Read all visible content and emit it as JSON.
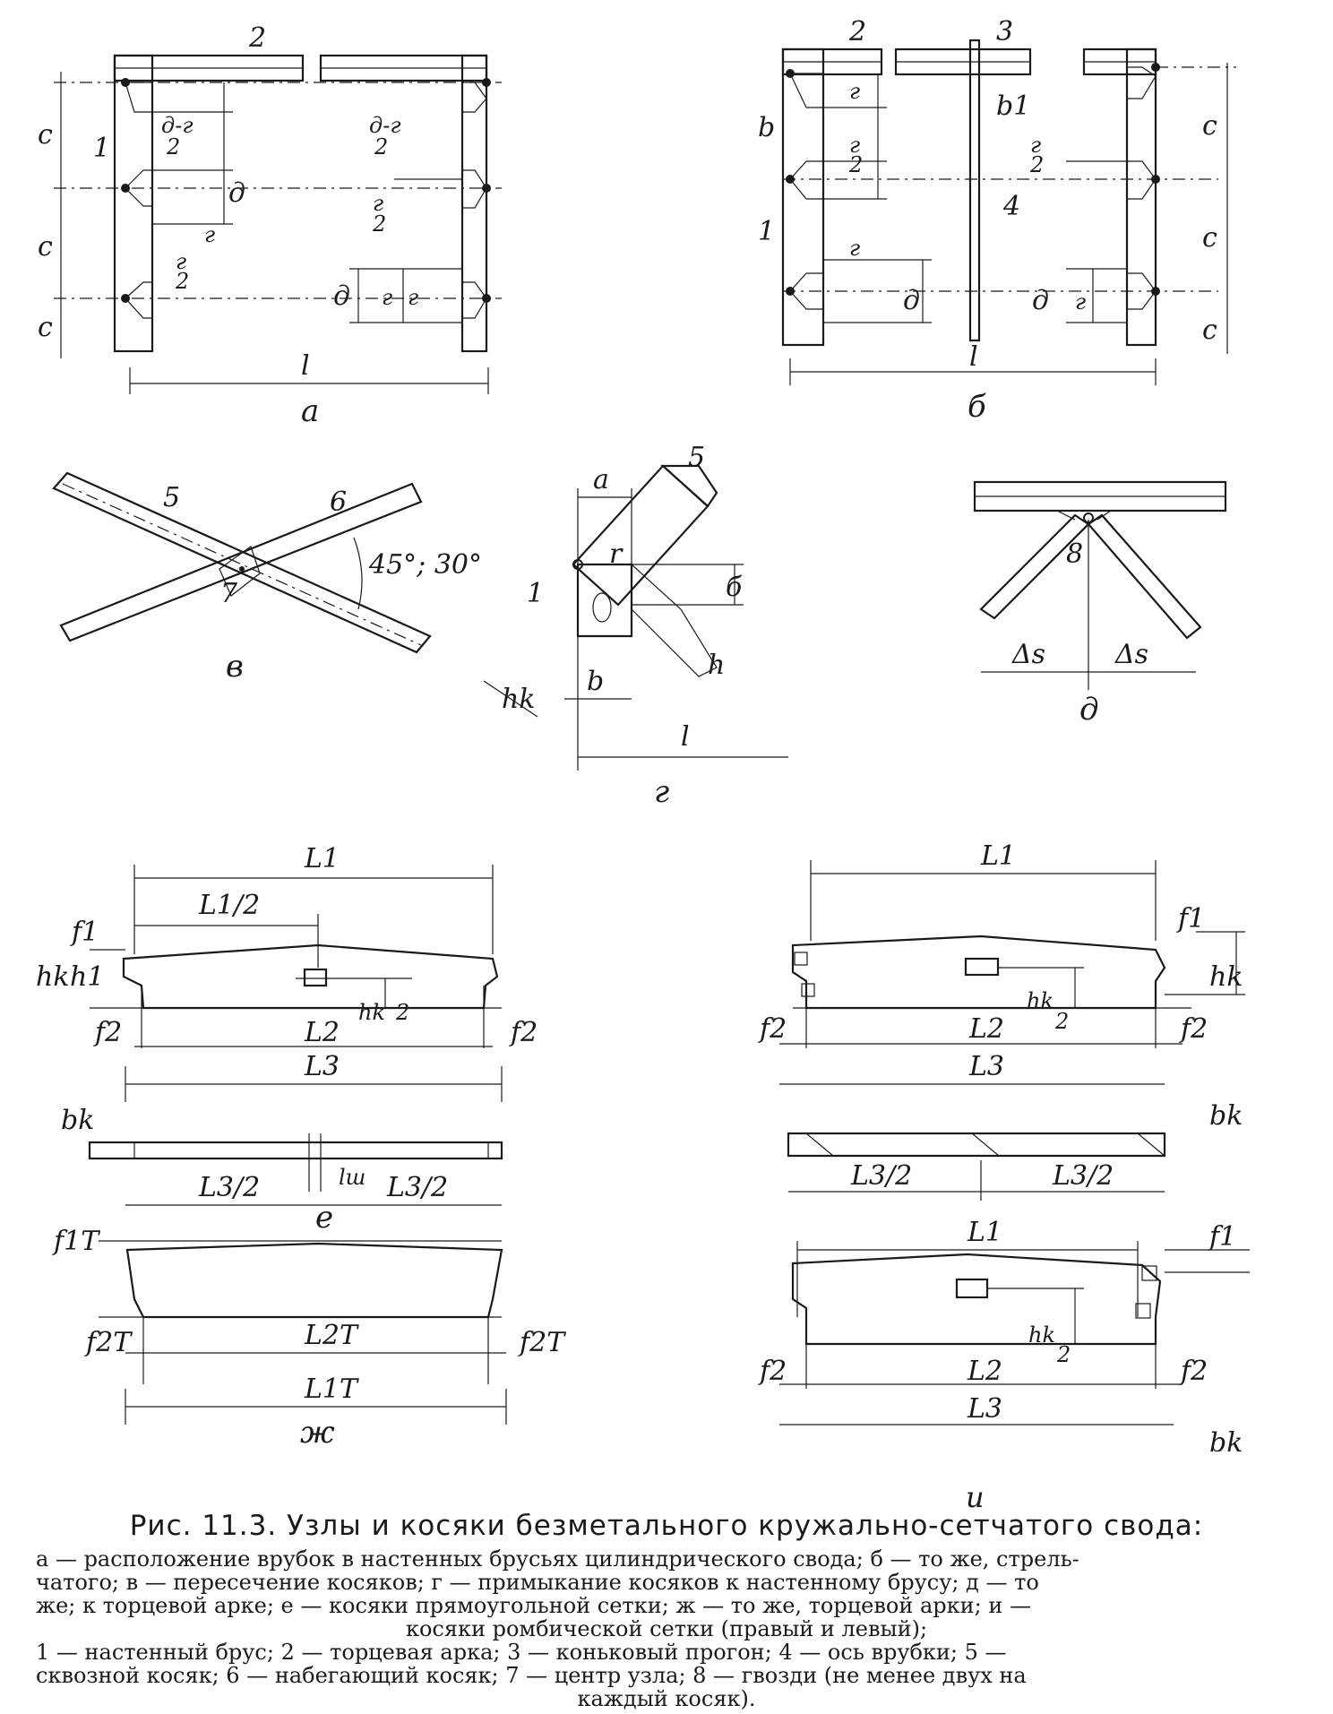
{
  "figure": {
    "panels": {
      "a": {
        "letter": "а",
        "labels": [
          "2",
          "1",
          "c",
          "c",
          "c",
          "д-г",
          "2",
          "д-г",
          "2",
          "д",
          "г",
          "г",
          "2",
          "г",
          "2",
          "г",
          "д",
          "г",
          "l"
        ]
      },
      "b": {
        "letter": "б",
        "labels": [
          "2",
          "3",
          "b",
          "b1",
          "1",
          "4",
          "c",
          "c",
          "c",
          "г",
          "г",
          "2",
          "г",
          "2",
          "г",
          "д",
          "г",
          "д",
          "l"
        ]
      },
      "v": {
        "letter": "в",
        "labels": [
          "5",
          "6",
          "7",
          "45°; 30°"
        ]
      },
      "g": {
        "letter": "г",
        "labels": [
          "a",
          "5",
          "1",
          "r",
          "б",
          "h",
          "hk",
          "b",
          "l"
        ]
      },
      "d": {
        "letter": "д",
        "labels": [
          "8",
          "Δs",
          "Δs"
        ]
      },
      "e": {
        "letter": "е",
        "labels": [
          "L1",
          "L1/2",
          "f1",
          "hk",
          "h1",
          "hk",
          "2",
          "f2",
          "L2",
          "f2",
          "L3",
          "bk",
          "lш",
          "L3/2",
          "L3/2"
        ]
      },
      "zh": {
        "letter": "ж",
        "labels": [
          "f1T",
          "f2T",
          "L2T",
          "f2T",
          "L1T"
        ]
      },
      "right_top": {
        "labels": [
          "L1",
          "f1",
          "hk",
          "hk",
          "2",
          "f2",
          "L2",
          "f2",
          "L3",
          "bk",
          "L3/2",
          "L3/2"
        ]
      },
      "i": {
        "letter": "и",
        "labels": [
          "L1",
          "f1",
          "hk",
          "2",
          "f2",
          "L2",
          "f2",
          "L3",
          "bk"
        ]
      }
    }
  },
  "caption": {
    "title": "Рис. 11.3. Узлы и косяки безметального кружально-сетчатого свода:",
    "lines": [
      "а — расположение врубок в настенных брусьях цилиндрического свода; б — то же, стрель-",
      "чатого; в — пересечение косяков; г — примыкание косяков к настенному брусу; д — то",
      "же; к торцевой арке; е — косяки прямоугольной сетки; ж — то же, торцевой арки; и —",
      "косяки ромбической сетки (правый и левый);",
      "1 — настенный брус; 2 — торцевая арка; 3 — коньковый прогон; 4 — ось врубки; 5 —",
      "сквозной косяк; 6 — набегающий косяк; 7 — центр узла; 8 — гвозди (не менее двух на",
      "каждый косяк)."
    ]
  }
}
